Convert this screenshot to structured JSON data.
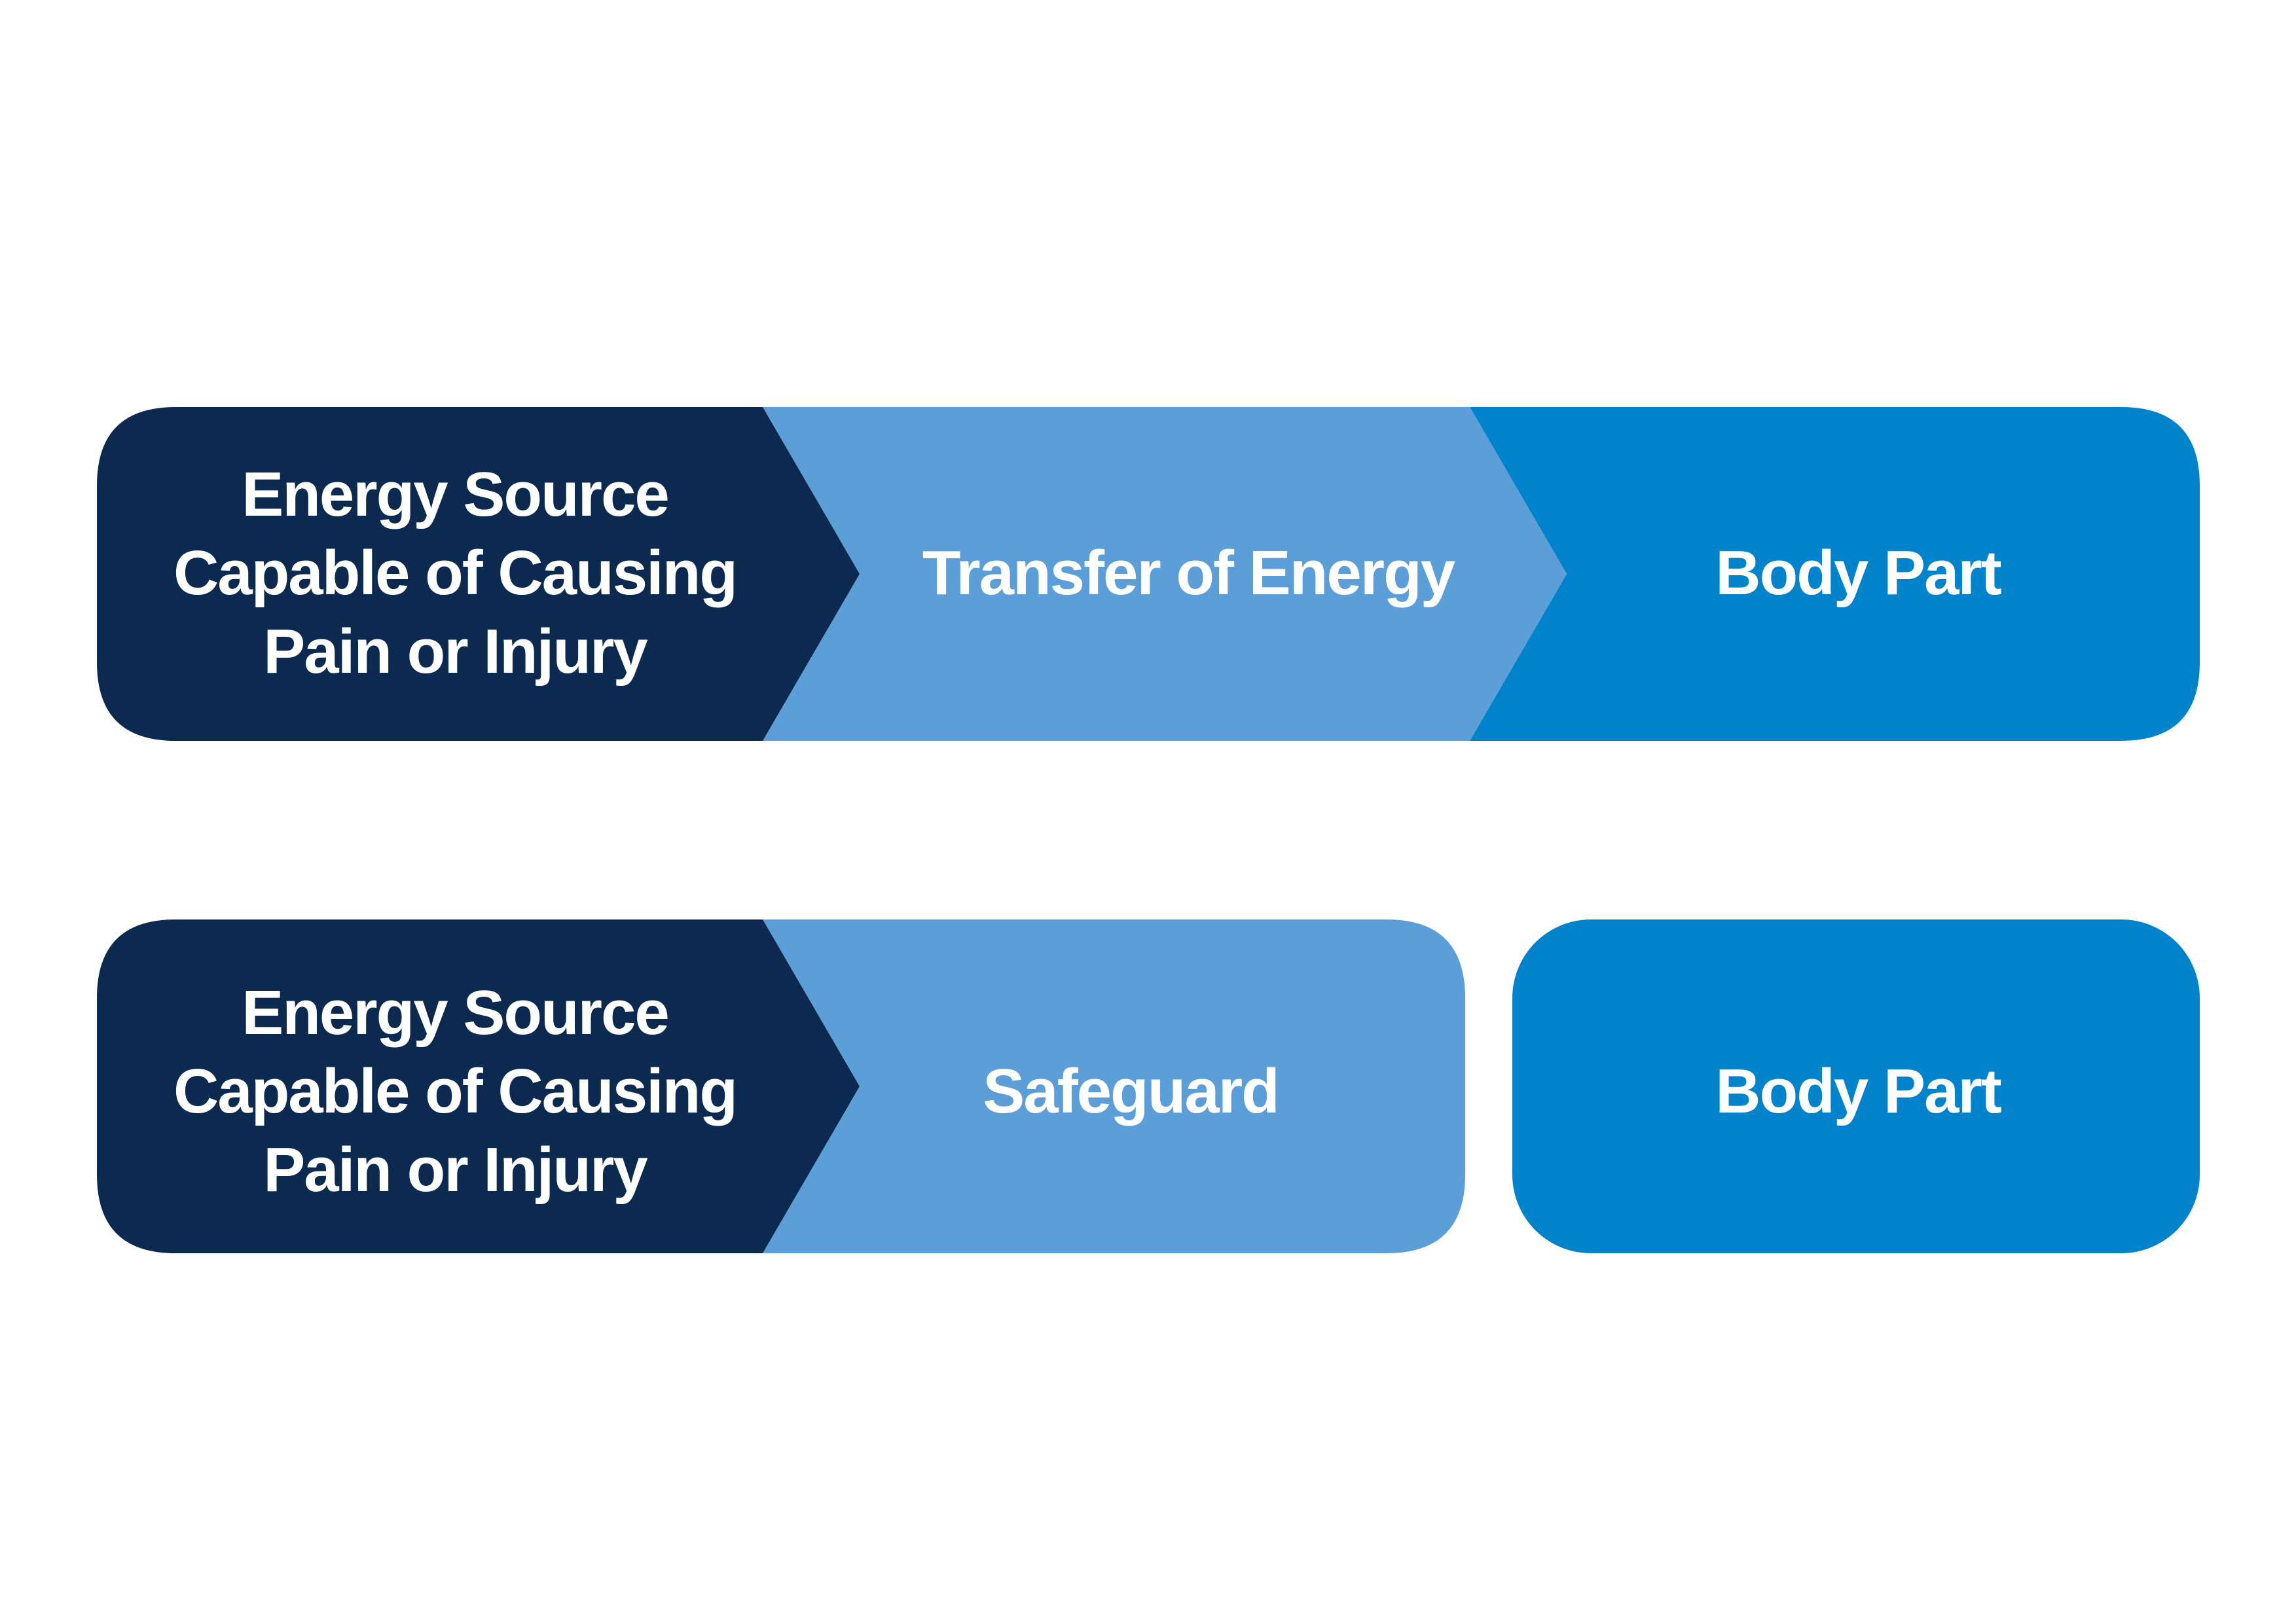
{
  "colors": {
    "dark_navy": "#0c2a4f",
    "light_blue": "#5c9fd8",
    "mid_blue": "#0083ca",
    "background": "#ffffff",
    "text": "#ffffff"
  },
  "row_hazard": {
    "energy_source": {
      "line1": "Energy Source",
      "line2": "Capable of Causing",
      "line3": "Pain or Injury"
    },
    "transfer": "Transfer of Energy",
    "body_part": "Body Part"
  },
  "row_safeguarded": {
    "energy_source": {
      "line1": "Energy Source",
      "line2": "Capable of Causing",
      "line3": "Pain or Injury"
    },
    "safeguard": "Safeguard",
    "body_part": "Body Part"
  }
}
